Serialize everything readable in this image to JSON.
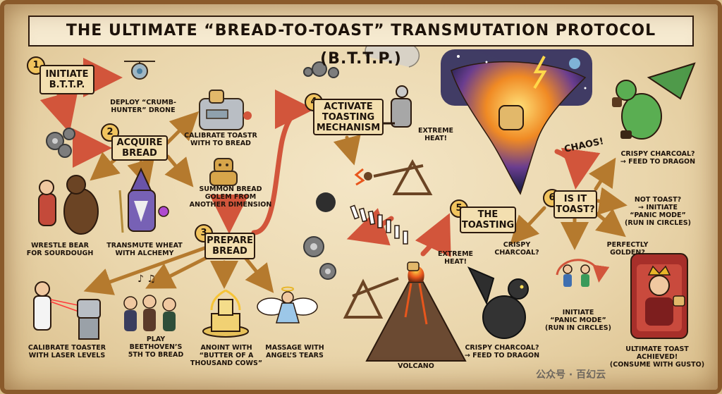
{
  "title": "THE ULTIMATE “BREAD-TO-TOAST” TRANSMUTATION PROTOCOL (B.T.T.P.)",
  "steps": [
    {
      "num": "1",
      "label": "INITIATE\nB.T.T.P."
    },
    {
      "num": "2",
      "label": "ACQUIRE\nBREAD"
    },
    {
      "num": "3",
      "label": "PREPARE\nBREAD"
    },
    {
      "num": "4",
      "label": "ACTIVATE\nTOASTING\nMECHANISM"
    },
    {
      "num": "5",
      "label": "THE\nTOASTING"
    },
    {
      "num": "6",
      "label": "IS IT\nTOAST?"
    }
  ],
  "labels": {
    "drone": "DEPLOY “CRUMB-\nHUNTER” DRONE",
    "calibrate_bread": "CALIBRATE TOASTR\nWITH TO BREAD",
    "golem": "SUMMON BREAD\nGOLEM FROM\nANOTHER DIMENSION",
    "bear": "WRESTLE BEAR\nFOR SOURDOUGH",
    "wheat": "TRANSMUTE WHEAT\nWITH ALCHEMY",
    "laser": "CALIBRATE TOASTER\nWITH LASER LEVELS",
    "beethoven": "PLAY\nBEETHOVEN’S\n5TH TO BREAD",
    "anoint": "ANOINT WITH\n“BUTTER OF A\nTHOUSAND COWS”",
    "massage": "MASSAGE WITH\nANGEL’S TEARS",
    "heat_top": "EXTREME\nHEAT!",
    "heat_bottom": "EXTREME\nHEAT!",
    "volcano": "VOLCANO",
    "chaos": "CHAOS!",
    "charcoal_top": "CRISPY CHARCOAL?\n→ FEED TO DRAGON",
    "not_toast": "NOT TOAST?\n→ INITIATE\n“PANIC MODE”\n(RUN IN CIRCLES)",
    "crispy_q": "CRISPY\nCHARCOAL?",
    "golden_q": "PERFECTLY\nGOLDEN?",
    "panic": "INITIATE\n“PANIC MODE”\n(RUN IN CIRCLES)",
    "charcoal_bottom": "CRISPY CHARCOAL?\n→ FEED TO DRAGON",
    "achieved": "ULTIMATE TOAST\nACHIEVED!\n(CONSUME WITH GUSTO)"
  },
  "watermark": "公众号 · 百幻云",
  "colors": {
    "arrow": "#d2553b",
    "arrow_brown": "#b57a2e",
    "box": "#f3dfb0",
    "ink": "#2c1a0e",
    "parchment": "#ead6ac"
  }
}
